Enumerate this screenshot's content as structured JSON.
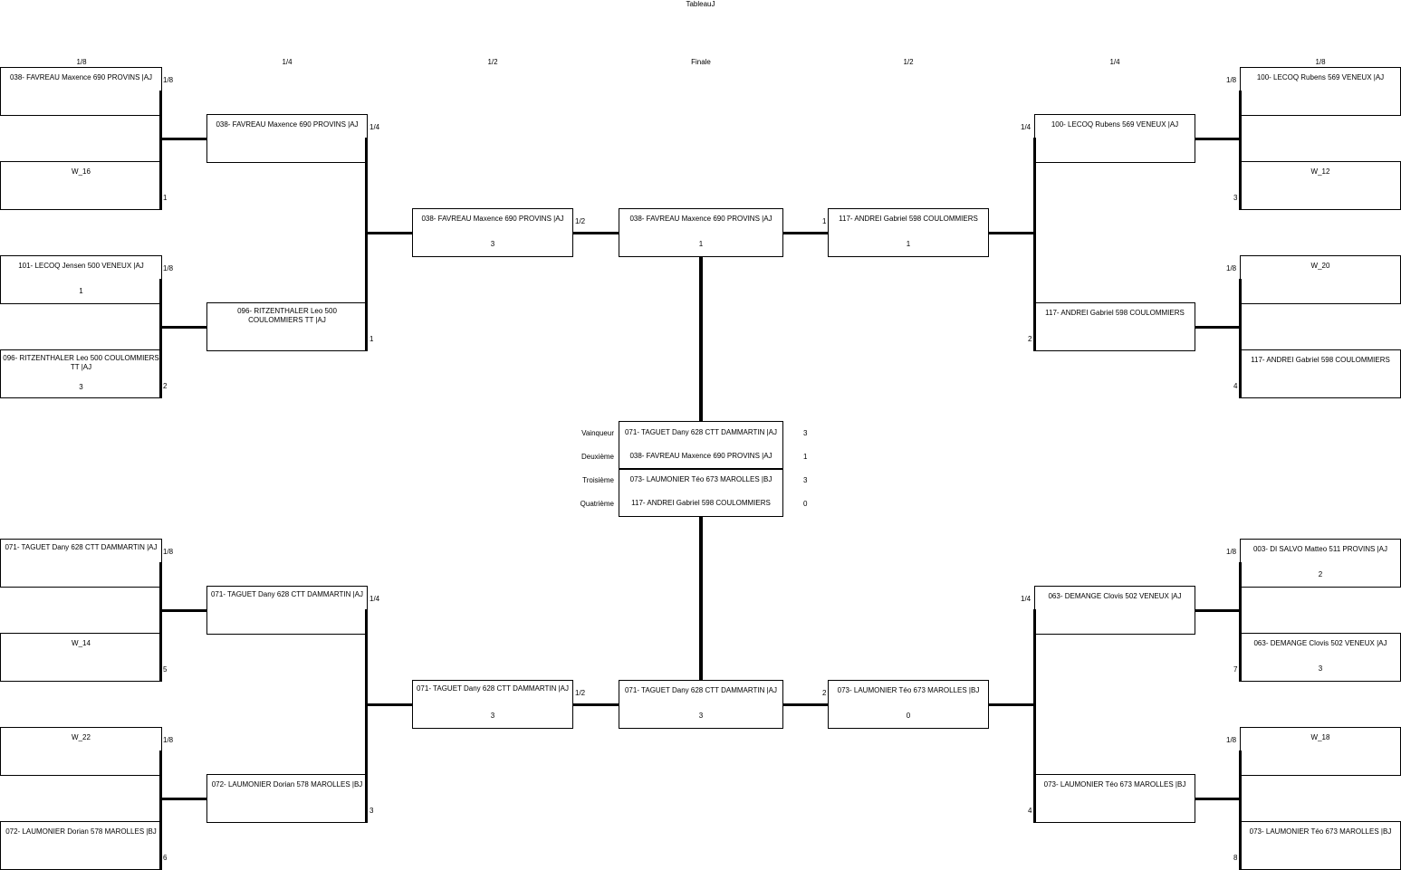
{
  "title": "TableauJ",
  "round_headers": [
    "1/8",
    "1/4",
    "1/2",
    "Finale",
    "1/2",
    "1/4",
    "1/8"
  ],
  "matches": {
    "L1": {
      "top": {
        "name": "038- FAVREAU Maxence 690 PROVINS |AJ",
        "score": ""
      },
      "bottom": {
        "name": "W_16",
        "score": ""
      },
      "tag": "1/8",
      "num": "1"
    },
    "L2": {
      "top": {
        "name": "101- LECOQ Jensen 500 VENEUX |AJ",
        "score": "1"
      },
      "bottom": {
        "name": "096- RITZENTHALER Leo 500 COULOMMIERS TT |AJ",
        "score": "3"
      },
      "tag": "1/8",
      "num": "2"
    },
    "L3": {
      "top": {
        "name": "071- TAGUET Dany 628 CTT DAMMARTIN |AJ",
        "score": ""
      },
      "bottom": {
        "name": "W_14",
        "score": ""
      },
      "tag": "1/8",
      "num": "5"
    },
    "L4": {
      "top": {
        "name": "W_22",
        "score": ""
      },
      "bottom": {
        "name": "072- LAUMONIER Dorian 578 MAROLLES |BJ",
        "score": ""
      },
      "tag": "1/8",
      "num": "6"
    },
    "LQ1": {
      "top": {
        "name": "038- FAVREAU Maxence 690 PROVINS |AJ",
        "score": ""
      },
      "bottom": {
        "name": "096- RITZENTHALER Leo 500 COULOMMIERS TT |AJ",
        "score": ""
      },
      "tag": "1/4",
      "num": "1"
    },
    "LQ2": {
      "top": {
        "name": "071- TAGUET Dany 628 CTT DAMMARTIN |AJ",
        "score": ""
      },
      "bottom": {
        "name": "072- LAUMONIER Dorian 578 MAROLLES |BJ",
        "score": ""
      },
      "tag": "1/4",
      "num": "3"
    },
    "LS1": {
      "name": "038- FAVREAU Maxence 690 PROVINS |AJ",
      "score": "3",
      "tag": "1/2"
    },
    "LS2": {
      "name": "071- TAGUET Dany 628 CTT DAMMARTIN |AJ",
      "score": "3",
      "tag": "1/2"
    },
    "F1": {
      "name": "038- FAVREAU Maxence 690 PROVINS |AJ",
      "score": "1"
    },
    "F2": {
      "name": "071- TAGUET Dany 628 CTT DAMMARTIN |AJ",
      "score": "3"
    },
    "RS1": {
      "name": "117- ANDREI Gabriel 598 COULOMMIERS",
      "score": "1",
      "num": "1"
    },
    "RS2": {
      "name": "073- LAUMONIER Téo 673 MAROLLES |BJ",
      "score": "0",
      "num": "2"
    },
    "RQ1": {
      "top": {
        "name": "100- LECOQ Rubens 569 VENEUX |AJ",
        "score": ""
      },
      "bottom": {
        "name": "117- ANDREI Gabriel 598 COULOMMIERS",
        "score": ""
      },
      "tag": "1/4",
      "num": "2"
    },
    "RQ2": {
      "top": {
        "name": "063- DEMANGE Clovis 502 VENEUX |AJ",
        "score": ""
      },
      "bottom": {
        "name": "073- LAUMONIER Téo 673 MAROLLES |BJ",
        "score": ""
      },
      "tag": "1/4",
      "num": "4"
    },
    "R1": {
      "top": {
        "name": "100- LECOQ Rubens 569 VENEUX |AJ",
        "score": ""
      },
      "bottom": {
        "name": "W_12",
        "score": ""
      },
      "tag": "1/8",
      "num": "3"
    },
    "R2": {
      "top": {
        "name": "W_20",
        "score": ""
      },
      "bottom": {
        "name": "117- ANDREI Gabriel 598 COULOMMIERS",
        "score": ""
      },
      "tag": "1/8",
      "num": "4"
    },
    "R3": {
      "top": {
        "name": "003- DI SALVO Matteo 511 PROVINS |AJ",
        "score": "2"
      },
      "bottom": {
        "name": "063- DEMANGE Clovis 502 VENEUX |AJ",
        "score": "3"
      },
      "tag": "1/8",
      "num": "7"
    },
    "R4": {
      "top": {
        "name": "W_18",
        "score": ""
      },
      "bottom": {
        "name": "073- LAUMONIER Téo 673 MAROLLES |BJ",
        "score": ""
      },
      "tag": "1/8",
      "num": "8"
    }
  },
  "podium": [
    {
      "label": "Vainqueur",
      "name": "071- TAGUET Dany 628 CTT DAMMARTIN |AJ",
      "score": "3"
    },
    {
      "label": "Deuxième",
      "name": "038- FAVREAU Maxence 690 PROVINS |AJ",
      "score": "1"
    },
    {
      "label": "Troisième",
      "name": "073- LAUMONIER Téo 673 MAROLLES |BJ",
      "score": "3"
    },
    {
      "label": "Quatrième",
      "name": "117- ANDREI Gabriel 598 COULOMMIERS",
      "score": "0"
    }
  ]
}
